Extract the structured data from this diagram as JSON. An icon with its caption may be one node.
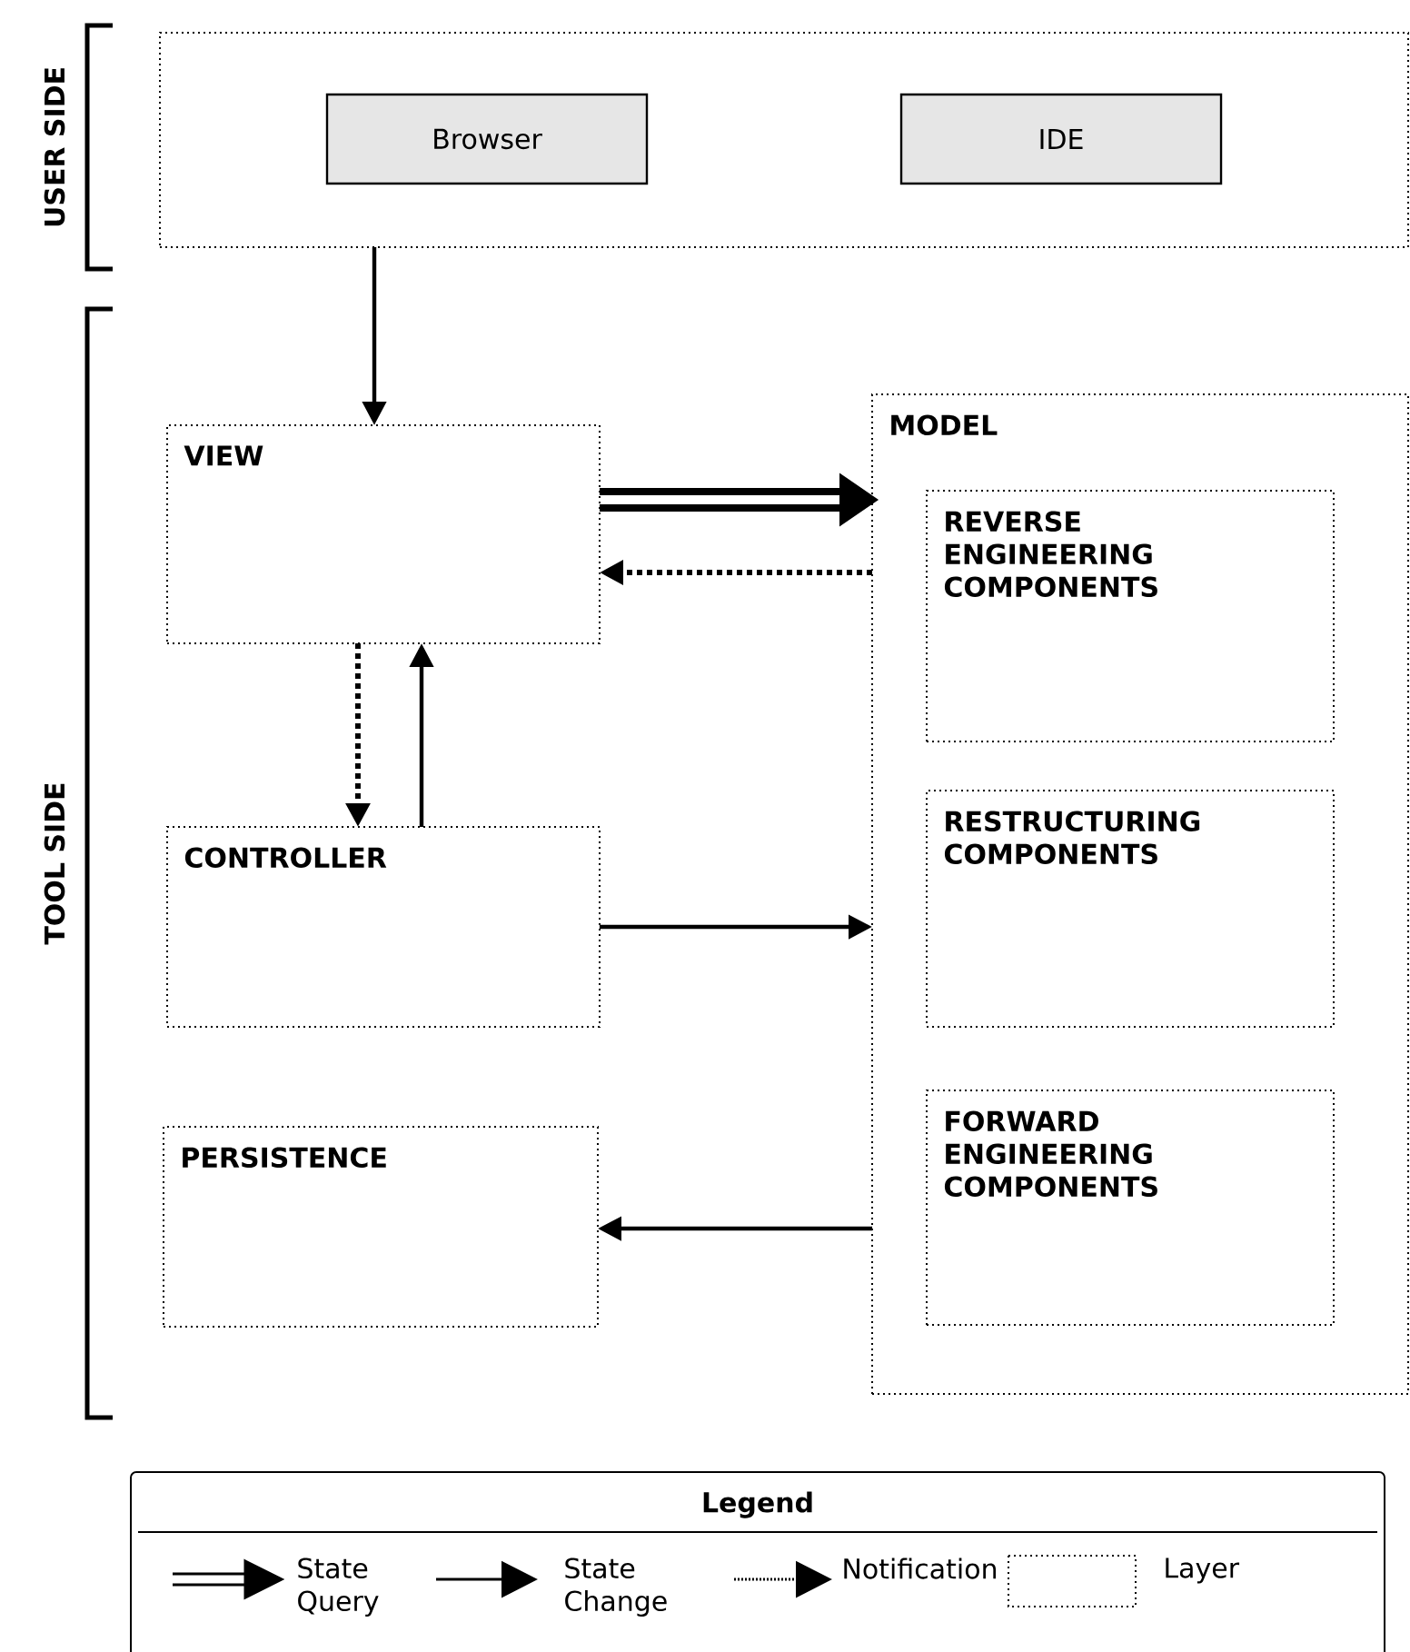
{
  "diagram": {
    "nodes": [
      {
        "text": [],
        "shape": "box"
      },
      {
        "text": [
          "Browser"
        ],
        "in": 0
      },
      {
        "text": [
          "IDE"
        ],
        "in": 0
      },
      {
        "text": [
          "VIEW"
        ]
      },
      {
        "text": [
          "CONTROLLER"
        ]
      },
      {
        "text": [
          "PERSISTENCE"
        ]
      },
      {
        "text": [
          "MODEL"
        ]
      },
      {
        "text": [
          "REVERSE ENGINEERING COMPONENTS"
        ],
        "in": 6
      },
      {
        "text": [
          "RESTRUCTURING COMPONENTS"
        ],
        "in": 6
      },
      {
        "text": [
          "FORWARD ENGINEERING COMPONENTS"
        ],
        "in": 6
      }
    ],
    "edges": [
      {
        "from": 0,
        "to": 3,
        "arrow": "to"
      },
      {
        "from": 3,
        "to": 6,
        "arrow": "to",
        "style": "thick"
      },
      {
        "from": 6,
        "to": 3,
        "arrow": "to",
        "style": "dashed"
      },
      {
        "from": 3,
        "to": 4,
        "arrow": "to",
        "style": "dashed"
      },
      {
        "from": 4,
        "to": 3,
        "arrow": "to"
      },
      {
        "from": 4,
        "to": 6,
        "arrow": "to"
      },
      {
        "from": 6,
        "to": 5,
        "arrow": "to"
      }
    ],
    "labels": [
      "USER SIDE",
      "TOOL SIDE",
      "Legend"
    ],
    "legend": [
      {
        "text": "State Query"
      },
      {
        "text": "State Change"
      },
      {
        "text": "Notification"
      },
      {
        "text": "Layer"
      }
    ]
  }
}
